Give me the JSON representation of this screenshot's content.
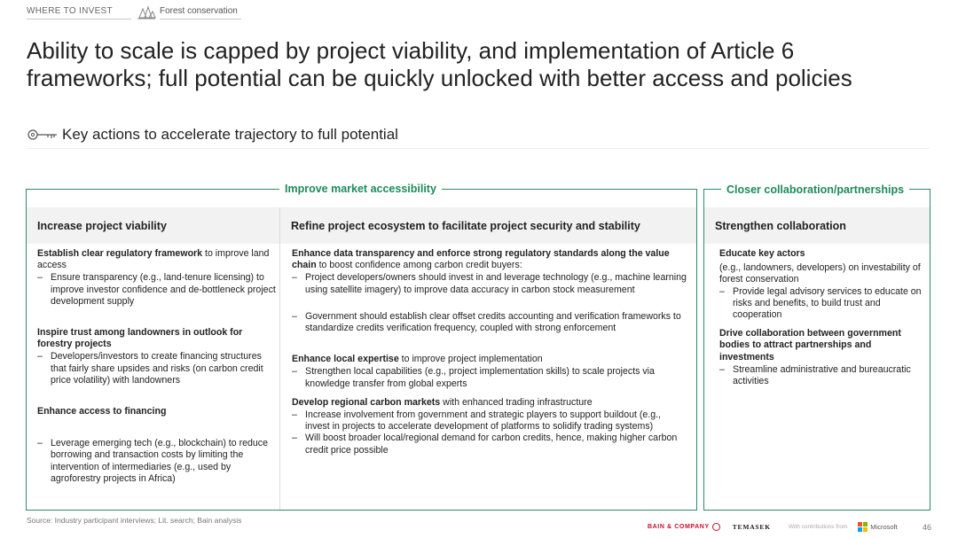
{
  "breadcrumb": {
    "section": "WHERE TO INVEST",
    "topic": "Forest conservation",
    "icon": "forest-icon"
  },
  "title": "Ability to scale is capped by project viability, and implementation of Article 6 frameworks; full potential can be quickly unlocked with better access and policies",
  "subheading": {
    "text": "Key actions to accelerate trajectory to full potential",
    "icon": "key-icon"
  },
  "groups": {
    "left": "Improve market accessibility",
    "right": "Closer collaboration/partnerships"
  },
  "columns": [
    {
      "header": "Increase project viability",
      "items": [
        {
          "title_bold": "Establish clear regulatory framework",
          "title_rest": " to improve land access",
          "bullets": [
            "Ensure transparency (e.g., land-tenure licensing) to improve investor confidence and de-bottleneck project development supply"
          ]
        },
        {
          "title_bold": "Inspire trust among landowners in outlook for forestry projects",
          "title_rest": "",
          "bullets": [
            "Developers/investors to create financing structures that fairly share upsides and risks (on carbon credit price volatility) with landowners"
          ]
        },
        {
          "title_bold": "Enhance access to financing",
          "title_rest": "",
          "bullets": [
            "Leverage emerging tech (e.g., blockchain) to reduce borrowing and transaction costs by limiting the intervention of intermediaries (e.g., used by agroforestry projects in Africa)"
          ]
        }
      ]
    },
    {
      "header": "Refine project ecosystem to facilitate project security and stability",
      "items": [
        {
          "title_bold": "Enhance data transparency and enforce strong regulatory standards along the value chain",
          "title_rest": " to boost confidence among carbon credit buyers:",
          "bullets": [
            "Project developers/owners should invest in and leverage technology (e.g., machine learning using satellite imagery) to improve data accuracy in carbon stock measurement",
            "Government should establish clear offset credits accounting and verification frameworks to standardize credits verification frequency, coupled with strong enforcement"
          ]
        },
        {
          "title_bold": "Enhance local expertise",
          "title_rest": " to improve project implementation",
          "bullets": [
            "Strengthen local capabilities (e.g., project implementation skills) to scale projects via knowledge transfer from global experts"
          ]
        },
        {
          "title_bold": "Develop regional carbon markets",
          "title_rest": " with enhanced trading infrastructure",
          "bullets": [
            "Increase involvement from government and strategic players to support buildout (e.g., invest in projects to accelerate development of platforms to solidify trading systems)",
            "Will boost broader local/regional demand for carbon credits, hence, making higher carbon credit price possible"
          ]
        }
      ]
    },
    {
      "header": "Strengthen collaboration",
      "items": [
        {
          "title_bold": "Educate key actors",
          "title_rest": "",
          "subtitle": "(e.g., landowners, developers) on investability of forest conservation",
          "bullets": [
            "Provide legal advisory services to educate on risks and benefits, to build trust and cooperation"
          ]
        },
        {
          "title_bold": "Drive collaboration between government bodies to attract partnerships and investments",
          "title_rest": "",
          "bullets": [
            "Streamline administrative and bureaucratic activities"
          ]
        }
      ]
    }
  ],
  "footer": {
    "source": "Source: Industry participant interviews; Lit. search; Bain analysis",
    "bain": "BAIN & COMPANY",
    "temasek": "TEMASEK",
    "contrib": "With contributions from",
    "microsoft": "Microsoft",
    "page": "46"
  },
  "colors": {
    "accent_green": "#1e8a5a",
    "header_fill": "#f2f2f2",
    "bain_red": "#c8102e"
  }
}
